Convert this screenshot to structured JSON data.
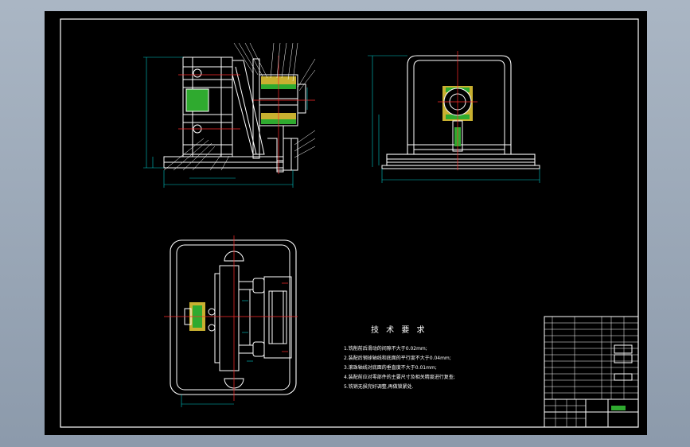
{
  "drawing": {
    "colors": {
      "background": "#000000",
      "outline": "#ffffff",
      "dimension": "#00c8c8",
      "centerline": "#ff2a2a",
      "hatch_green": "#2faa2f",
      "hatch_yellow": "#c8b030"
    },
    "views": [
      "front-section-view",
      "side-view",
      "top-view"
    ],
    "technical_requirements": {
      "title": "技 术 要 求",
      "items": [
        "1.铣削前后滑动的间隙不大于0.02mm;",
        "2.装配后钢球轴线和底面的平行度不大于0.04mm;",
        "3.滚珠轴线对底面的垂直度不大于0.01mm;",
        "4.装配前应对零部件的主要尺寸及相关精度进行复查;",
        "5.铣销无损完好调整,再做锁紧处."
      ]
    }
  }
}
